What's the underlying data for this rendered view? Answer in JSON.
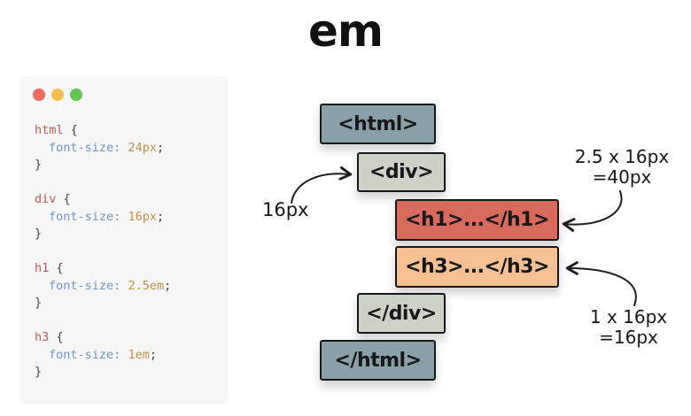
{
  "title": "em",
  "code_panel": {
    "window_controls": {
      "close_color": "#ed6a5e",
      "minimize_color": "#f4bf4f",
      "zoom_color": "#62c554"
    },
    "syntax": {
      "open_brace": "{",
      "close_brace": "}",
      "colon": ":",
      "semicolon": ";"
    },
    "rules": [
      {
        "selector": "html",
        "property": "font-size",
        "value": "24px"
      },
      {
        "selector": "div",
        "property": "font-size",
        "value": "16px"
      },
      {
        "selector": "h1",
        "property": "font-size",
        "value": "2.5em"
      },
      {
        "selector": "h3",
        "property": "font-size",
        "value": "1em"
      }
    ],
    "colors": {
      "selector": "#bb5a55",
      "property": "#6d96cc",
      "value": "#c28f46",
      "punctuation": "#3e464e",
      "background": "#f7f7f8"
    }
  },
  "diagram": {
    "boxes": [
      {
        "id": "html-open",
        "label": "<html>",
        "color": "#8aa0a8"
      },
      {
        "id": "div-open",
        "label": "<div>",
        "color": "#cdd2c6"
      },
      {
        "id": "h1",
        "label": "<h1>...</h1>",
        "color": "#d9695d"
      },
      {
        "id": "h3",
        "label": "<h3>...</h3>",
        "color": "#f4c094"
      },
      {
        "id": "div-close",
        "label": "</div>",
        "color": "#cdd2c6"
      },
      {
        "id": "html-close",
        "label": "</html>",
        "color": "#8aa0a8"
      }
    ],
    "annotations": {
      "div_font_size": "16px",
      "h1_calc_line1": "2.5 x 16px",
      "h1_calc_line2": "=40px",
      "h3_calc_line1": "1 x 16px",
      "h3_calc_line2": "=16px"
    }
  }
}
